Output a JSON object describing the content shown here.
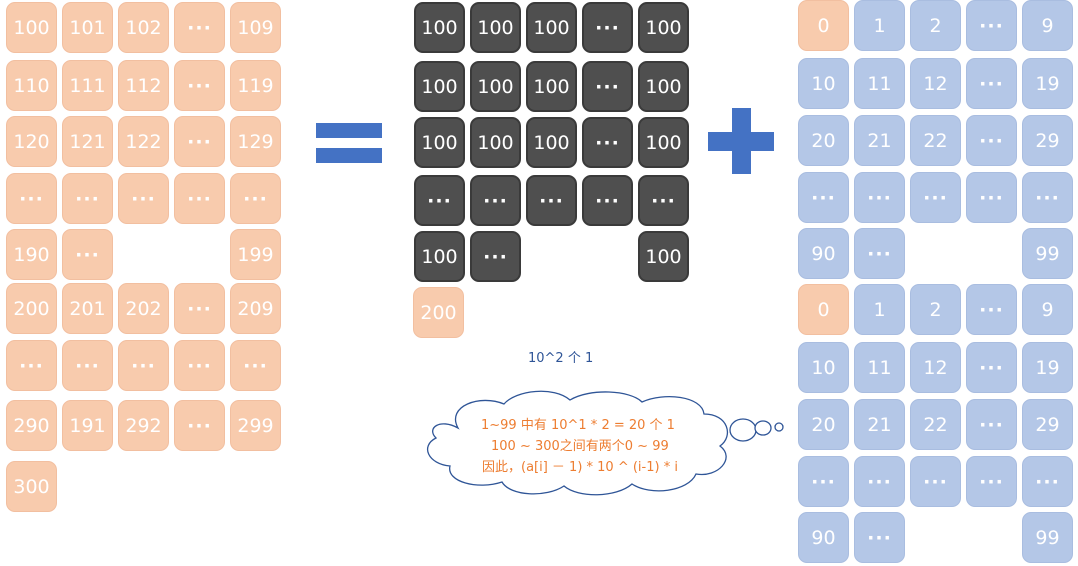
{
  "left_grid": [
    [
      "100",
      "101",
      "102",
      "···",
      "109"
    ],
    [
      "110",
      "111",
      "112",
      "···",
      "119"
    ],
    [
      "120",
      "121",
      "122",
      "···",
      "129"
    ],
    [
      "···",
      "···",
      "···",
      "···",
      "···"
    ],
    [
      "190",
      "···",
      "",
      "",
      "199"
    ],
    [
      "200",
      "201",
      "202",
      "···",
      "209"
    ],
    [
      "···",
      "···",
      "···",
      "···",
      "···"
    ],
    [
      "290",
      "191",
      "292",
      "···",
      "299"
    ],
    [
      "300",
      "",
      "",
      "",
      ""
    ]
  ],
  "middle_grid": [
    [
      "100",
      "100",
      "100",
      "···",
      "100"
    ],
    [
      "100",
      "100",
      "100",
      "···",
      "100"
    ],
    [
      "100",
      "100",
      "100",
      "···",
      "100"
    ],
    [
      "···",
      "···",
      "···",
      "···",
      "···"
    ],
    [
      "100",
      "···",
      "",
      "",
      "100"
    ]
  ],
  "middle_extra": "200",
  "right_grid_top": [
    [
      "0",
      "1",
      "2",
      "···",
      "9"
    ],
    [
      "10",
      "11",
      "12",
      "···",
      "19"
    ],
    [
      "20",
      "21",
      "22",
      "···",
      "29"
    ],
    [
      "···",
      "···",
      "···",
      "···",
      "···"
    ],
    [
      "90",
      "···",
      "",
      "",
      "99"
    ]
  ],
  "right_grid_bottom": [
    [
      "0",
      "1",
      "2",
      "···",
      "9"
    ],
    [
      "10",
      "11",
      "12",
      "···",
      "19"
    ],
    [
      "20",
      "21",
      "22",
      "···",
      "29"
    ],
    [
      "···",
      "···",
      "···",
      "···",
      "···"
    ],
    [
      "90",
      "···",
      "",
      "",
      "99"
    ]
  ],
  "caption": "10^2 个 1",
  "thought": {
    "line1": "1~99 中有 10^1 * 2 = 20 个 1",
    "line2": "100 ~ 300之间有两个0 ~ 99",
    "line3": "因此，(a[i] － 1) * 10 ^ (i-1) * i"
  },
  "colors": {
    "orange": "#f8cbad",
    "dark": "#4f4f4f",
    "blue": "#b4c7e7",
    "accent": "#4472c4",
    "note": "#ed7d31"
  }
}
